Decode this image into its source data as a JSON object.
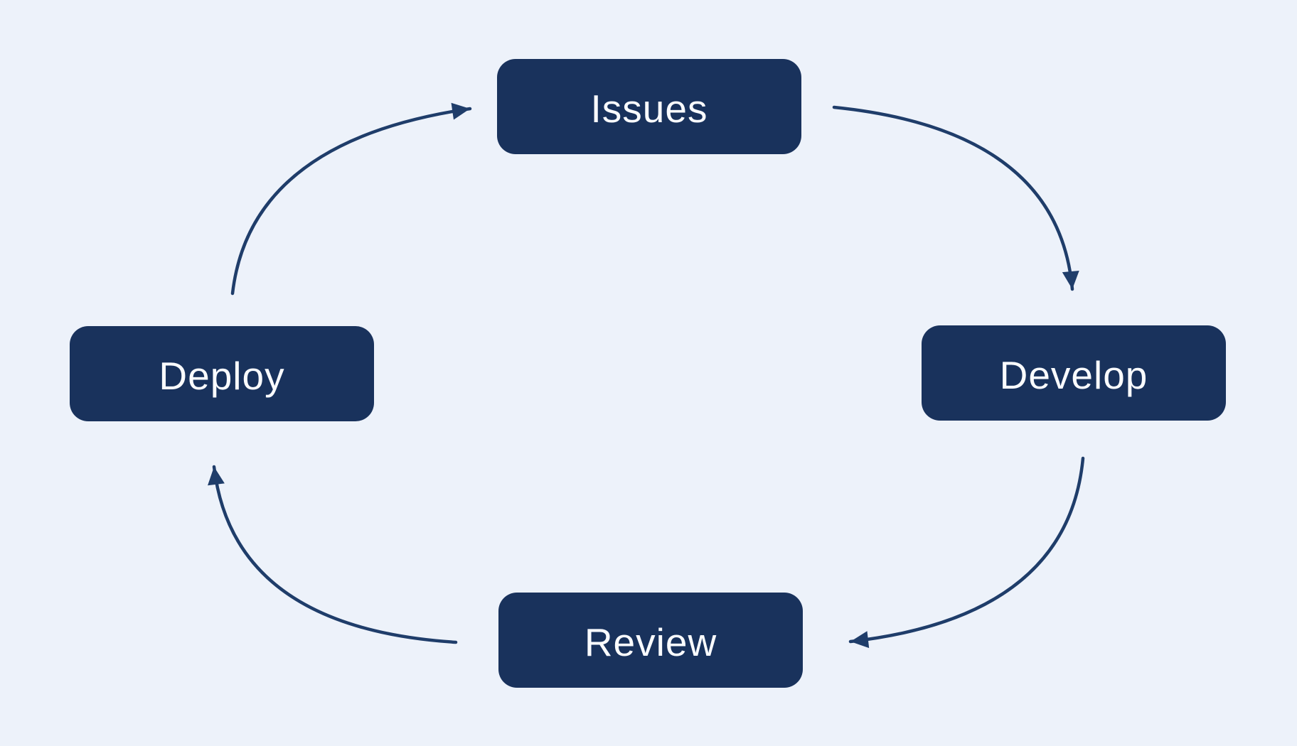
{
  "colors": {
    "background": "#edf2fa",
    "node": "#19325c",
    "arrow": "#1f3d6a",
    "text": "#fafcff"
  },
  "diagram": {
    "type": "cycle",
    "nodes": [
      {
        "id": "issues",
        "label": "Issues",
        "position": "top"
      },
      {
        "id": "develop",
        "label": "Develop",
        "position": "right"
      },
      {
        "id": "review",
        "label": "Review",
        "position": "bottom"
      },
      {
        "id": "deploy",
        "label": "Deploy",
        "position": "left"
      }
    ],
    "edges": [
      {
        "from": "deploy",
        "to": "issues"
      },
      {
        "from": "issues",
        "to": "develop"
      },
      {
        "from": "develop",
        "to": "review"
      },
      {
        "from": "review",
        "to": "deploy"
      }
    ]
  }
}
